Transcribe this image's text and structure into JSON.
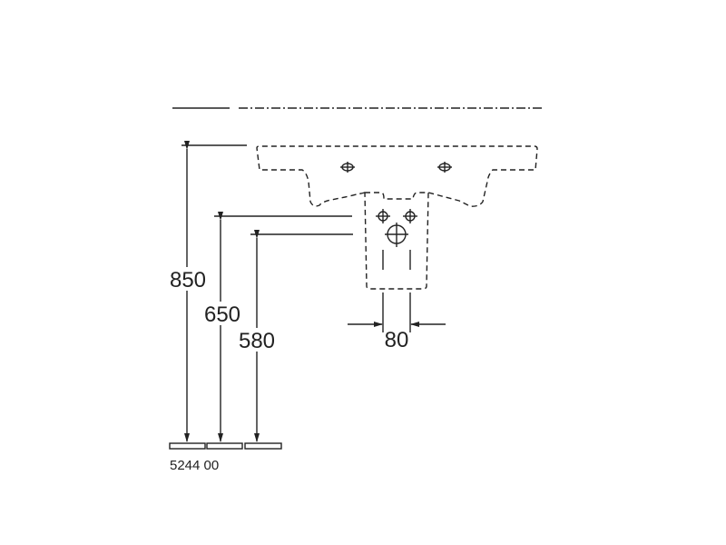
{
  "dimensions": {
    "height_total": "850",
    "height_mid": "650",
    "height_low": "580",
    "width_bracket": "80"
  },
  "caption": "5244 00",
  "colors": {
    "line": "#222222",
    "background": "#ffffff"
  }
}
